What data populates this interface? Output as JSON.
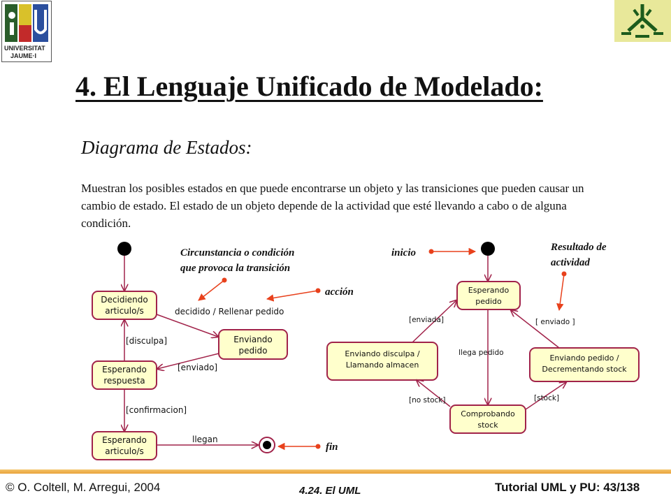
{
  "header": {
    "logo_left_lines": [
      "UNIVERSITAT",
      "JAUME·I"
    ],
    "title": "4. El Lenguaje Unificado de Modelado:",
    "subtitle": "Diagrama de Estados:",
    "description": "Muestran los posibles estados en que puede encontrarse un objeto y las transiciones que pueden causar un cambio de estado. El estado de un objeto depende de la actividad que esté llevando a cabo o de alguna condición."
  },
  "left_diagram": {
    "states": [
      "Decidiendo articulo/s",
      "Enviando pedido",
      "Esperando respuesta",
      "Esperando articulo/s"
    ],
    "transitions": [
      "decidido / Rellenar pedido",
      "[disculpa]",
      "[enviado]",
      "[confirmacion]",
      "llegan"
    ],
    "notes": [
      "Circunstancia o condición que provoca la transición",
      "acción",
      "fin"
    ]
  },
  "right_diagram": {
    "states": [
      "Esperando pedido",
      "Enviando disculpa / Llamando almacen",
      "Enviando pedido / Decrementando stock",
      "Comprobando stock"
    ],
    "transitions": [
      "[enviada]",
      "[ enviado ]",
      "llega pedido",
      "[no stock]",
      "[stock]"
    ],
    "notes": [
      "inicio",
      "Resultado de actividad"
    ]
  },
  "footer": {
    "left": "© O. Coltell, M. Arregui, 2004",
    "center": "4.24. El UML",
    "right": "Tutorial UML y PU: 43/138"
  },
  "colors": {
    "state_fill": "#ffffcc",
    "state_border": "#a1234a",
    "annotation_red": "#e8411c",
    "footer_bar": "#f0b050"
  }
}
